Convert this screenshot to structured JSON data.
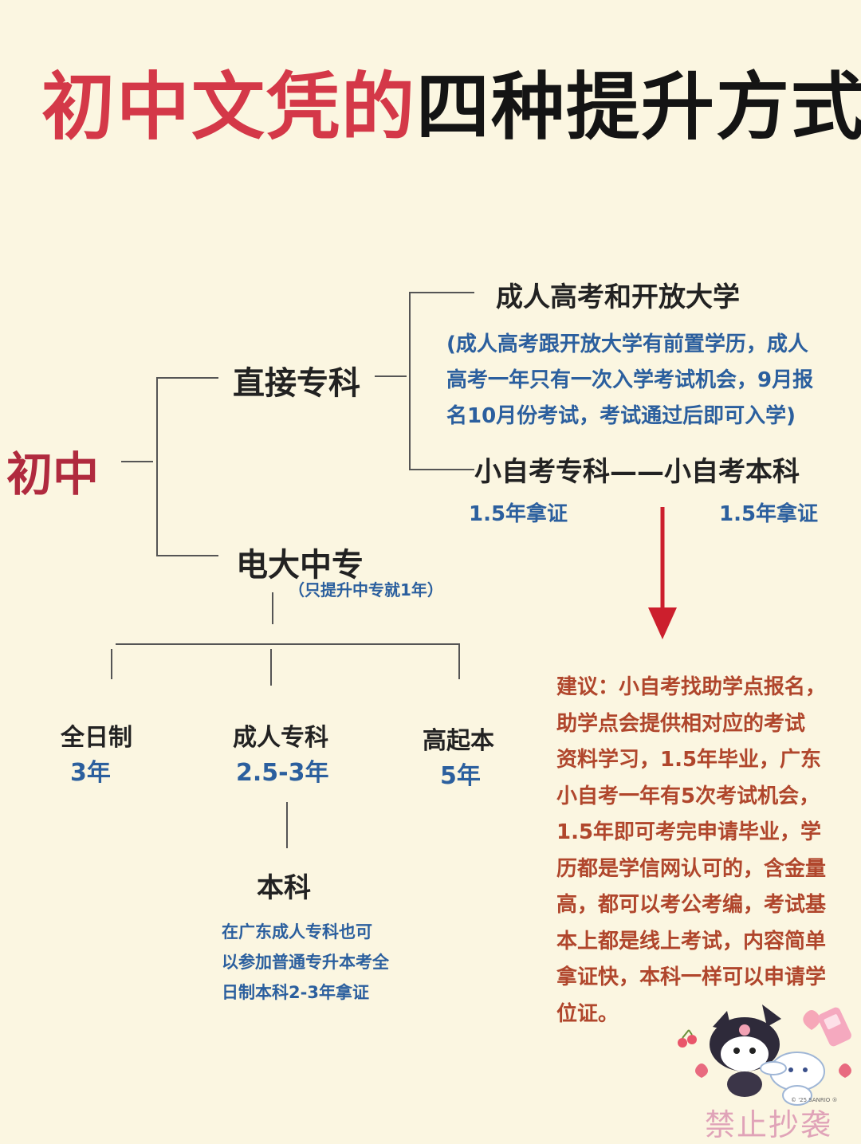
{
  "title": {
    "part1": "初中文凭的",
    "part2": "四种提升方式"
  },
  "root": "初中",
  "branch_direct": {
    "label": "直接专科",
    "option_a": {
      "label": "成人高考和开放大学",
      "note_lines": [
        "(成人高考跟开放大学有前置学历，成人",
        "高考一年只有一次入学考试机会，9月报",
        "名10月份考试，考试通过后即可入学)"
      ]
    },
    "option_b": {
      "label": "小自考专科——小自考本科",
      "zhuanke_time": "1.5年拿证",
      "benke_time": "1.5年拿证"
    }
  },
  "branch_dianda": {
    "label": "电大中专",
    "note": "（只提升中专就1年）",
    "children": [
      {
        "label": "全日制",
        "time": "3年"
      },
      {
        "label": "成人专科",
        "time": "2.5-3年"
      },
      {
        "label": "高起本",
        "time": "5年"
      }
    ],
    "benke": {
      "label": "本科",
      "note_lines": [
        "在广东成人专科也可",
        "以参加普通专升本考全",
        "日制本科2-3年拿证"
      ]
    }
  },
  "advice_lines": [
    "建议：小自考找助学点报名，",
    "助学点会提供相对应的考试",
    "资料学习，1.5年毕业，广东",
    "小自考一年有5次考试机会，",
    "1.5年即可考完申请毕业，学",
    "历都是学信网认可的，含金量",
    "高，都可以考公考编，考试基",
    "本上都是线上考试，内容简单",
    "拿证快，本科一样可以申请学",
    "位证。"
  ],
  "sticker_text": "© '25 SANRIO ®",
  "watermark": "禁止抄袭",
  "colors": {
    "title_red": "#d43848",
    "blue_text": "#2b5f9e",
    "brown_text": "#b0462c",
    "arrow_red": "#cc1f2d",
    "background": "#fbf6e1"
  }
}
